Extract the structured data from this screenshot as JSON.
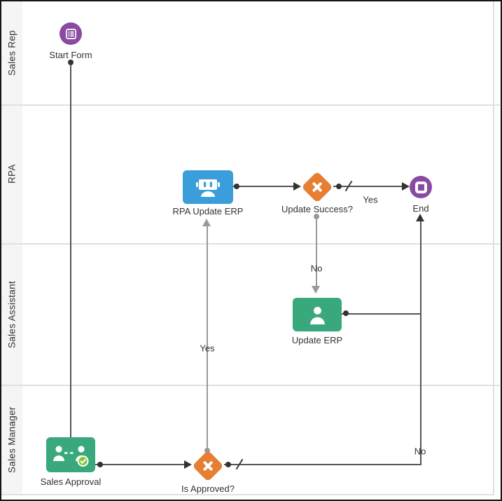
{
  "lanes": [
    {
      "label": "Sales Rep"
    },
    {
      "label": "RPA"
    },
    {
      "label": "Sales Assistant"
    },
    {
      "label": "Sales Manager"
    }
  ],
  "nodes": {
    "start_form": {
      "label": "Start Form",
      "icon": "form-icon"
    },
    "rpa_update_erp": {
      "label": "RPA Update ERP",
      "icon": "robot-icon"
    },
    "update_success": {
      "label": "Update Success?",
      "icon": "x-mark-icon"
    },
    "end": {
      "label": "End",
      "icon": "stop-icon"
    },
    "update_erp": {
      "label": "Update ERP",
      "icon": "user-icon"
    },
    "sales_approval": {
      "label": "Sales Approval",
      "icon": "approval-users-icon"
    },
    "is_approved": {
      "label": "Is Approved?",
      "icon": "x-mark-icon"
    }
  },
  "edges": {
    "is_approved_yes": "Yes",
    "is_approved_no": "No",
    "update_success_yes": "Yes",
    "update_success_no": "No"
  },
  "colors": {
    "purple": "#8a4aa1",
    "blue": "#3b9dd9",
    "green": "#3aa87d",
    "badge_green": "#8bc440",
    "orange": "#e67e33",
    "line_dark": "#555555",
    "line_gray": "#999999",
    "arrow_dark": "#333333",
    "lane_strip": "#f5f5f5",
    "lane_border": "#e0e0e0",
    "text": "#333333"
  }
}
